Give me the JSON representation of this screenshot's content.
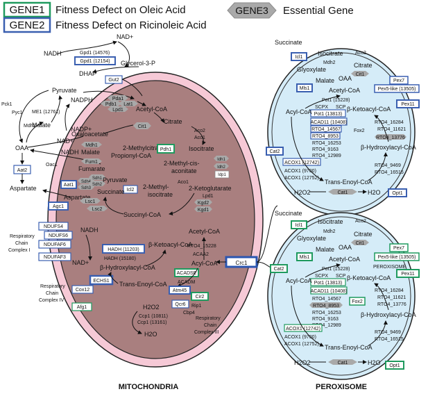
{
  "legend": {
    "gene1": "GENE1",
    "gene1_desc": "Fitness Defect on Oleic Acid",
    "gene2": "GENE2",
    "gene2_desc": "Fitness Defect on Ricinoleic Acid",
    "gene3": "GENE3",
    "gene3_desc": "Essential Gene"
  },
  "colors": {
    "oleic": "#1f9a5e",
    "ricinoleic": "#3a5fb0",
    "essential": "#a9a9a9",
    "mito_matrix": "#a97f7f",
    "mito_ims": "#f6c9d6",
    "peroxisome": "#d5ecf8",
    "crc1": "#2b56b0"
  },
  "compartments": {
    "mitochondria": "MITOCHONDRIA",
    "peroxisome": "PEROXISOME",
    "peroxisome_inner": "PEROXISOME"
  },
  "cytosol": {
    "nad_plus_top": "NAD+",
    "nadh_top": "NADH",
    "gpd1_14576": "Gpd1 (14576)",
    "gpd1_12154": "Gpd1 (12154)",
    "glycerol_3p": "Glycerol-3-P",
    "dhap": "DHAP",
    "gut2": "Gut2",
    "pyruvate": "Pyruvate",
    "nadph": "NADPH",
    "me1": "ME1 (12761)",
    "malate": "Malate",
    "nadp_plus": "NADP+",
    "pck1": "Pck1",
    "pyc1": "Pyc1",
    "mdh2": "Mdh2",
    "nad_plus": "NAD+",
    "oaa": "OAA",
    "nadh": "NADH",
    "oac1": "Oac1",
    "aat2": "Aat2",
    "aspartate": "Aspartate",
    "crc1": "Crc1"
  },
  "mito": {
    "pda1": "Pda1",
    "pdb1": "Pdb1",
    "lat1": "Lat1",
    "lpd1": "Lpd1",
    "acetyl_coa_top": "Acetyl-CoA",
    "cit1": "Cit1",
    "citrate": "Citrate",
    "oxaloacetate": "Oxaloacetate",
    "mdh1": "Mdh1",
    "malate": "Malate",
    "fum1": "Fum1",
    "fumarate": "Fumarate",
    "sdh1": "Sdh1",
    "sdh2": "Sdh2",
    "sdh3": "Sdh3",
    "sdh4": "Sdh4",
    "aat1": "Aat1",
    "agc1": "Agc1",
    "aspartate": "Aspartate",
    "methylcitrate": "2-Methylcitrate",
    "propionyl_coa": "Propionyl-CoA",
    "pdh1": "Pdh1",
    "aco2": "Aco2",
    "aco1": "Aco1",
    "isocitrate": "Isocitrate",
    "methyl_cis_1": "2-Methyl-cis-",
    "methyl_cis_2": "aconitate",
    "idh1": "Idh1",
    "idh2": "Idh2",
    "idp1": "Idp1",
    "aco1b": "Aco1",
    "pyruvate": "Pyruvate",
    "icl2": "Icl2",
    "succinate": "Succinate",
    "methyl_iso_1": "2-Methyl-",
    "methyl_iso_2": "isocitrate",
    "ketoglutarate": "2-Ketoglutarate",
    "lpd1b": "Lpd1",
    "lsc1": "Lsc1",
    "lsc2": "Lsc2",
    "kgd2": "Kgd2",
    "kgd1": "Kgd1",
    "succinyl_coa": "Succinyl-CoA",
    "ndufs4": "NDUFS4",
    "ndufs6": "NDUFS6",
    "ndufaf6": "NDUFAF6",
    "ndufaf3": "NDUFAF3",
    "resp_c1_1": "Respiratory",
    "resp_c1_2": "Chain",
    "resp_c1_3": "Complex I",
    "nadh": "NADH",
    "nad_plus": "NAD+",
    "hadh_11203": "HADH (11203)",
    "hadh_15180": "HADH (15180)",
    "ketoacyl": "β-Ketoacyl-CoA",
    "hydroxyacyl": "β-Hydroxylacyl-CoA",
    "ech1": "ECHS1",
    "trans_enoyl": "Trans-Enoyl-CoA",
    "acadse": "ACADSE",
    "acadm": "ACADM",
    "acetyl_coa": "Acetyl-CoA",
    "rto4": "RTO4_15228",
    "acaa2": "ACAA2",
    "acyl_coa": "Acyl-CoA",
    "atm45": "Atm45",
    "cir2": "Cir2",
    "cox12": "Cox12",
    "resp_c4_1": "Respiratory",
    "resp_c4_2": "Chain",
    "resp_c4_3": "Complex IV",
    "afg1": "Afg1",
    "h2o2": "H2O2",
    "ccp1_10811": "Ccp1 (10811)",
    "ccp1_13161": "Ccp1 (13161)",
    "h2o": "H2O",
    "qcr6": "Qcr6",
    "rip1": "Rip1",
    "cbp4": "Cbp4",
    "resp_c3_1": "Respiratory",
    "resp_c3_2": "Chain",
    "resp_c3_3": "Complex III"
  },
  "pex_top": {
    "succinate": "Succinate",
    "icl1": "Icl1",
    "isocitrate": "Isocitrate",
    "aco2": "Aco2",
    "glyoxylate": "Glyoxylate",
    "mdh2": "Mdh2",
    "malate": "Malate",
    "oaa": "OAA",
    "cit1": "Cit1",
    "citrate": "Citrate",
    "mls1": "Mls1",
    "acetyl_coa": "Acetyl-CoA",
    "pex7": "Pex7",
    "pex5like": "Pex5-like (13505)",
    "pex11": "Pex11",
    "pot1_15228": "Pot1 (15228)",
    "scpx": "SCPX",
    "scp": "SCP",
    "pot1_13813": "Pot1 (13813)",
    "acyl_coa": "Acyl-CoA",
    "ketoacyl": "β-Ketoacyl-CoA",
    "acad11": "ACAD11 (10408)",
    "rto4_14567": "RTO4_14567",
    "rto4_8953": "RTO4_8953",
    "rto4_16253": "RTO4_16253",
    "rto4_9163": "RTO4_9163",
    "rto4_12989": "RTO4_12989",
    "fox2": "Fox2",
    "rto4_16284": "RTO4_16284",
    "rto4_11621": "RTO4_11621",
    "rto4_13776": "RTO4_13776",
    "hydroxyacyl": "β-Hydroxylacyl-CoA",
    "cat2": "Cat2",
    "acox1_12742": "ACOX1 (12742)",
    "acox1_9700": "ACOX1 (9700)",
    "acox1_12752": "ACOX1 (12752)",
    "rto4_9469": "RTO4_9469",
    "rto4_16515": "RTO4_16515",
    "trans_enoyl": "Trans-Enoyl-CoA",
    "h2o2": "H2O2",
    "cat1": "Cat1",
    "h2o": "H2O",
    "opt1": "Opt1"
  },
  "pex_bottom": {
    "succinate": "Succinate",
    "icl1": "Icl1",
    "isocitrate": "Isocitrate",
    "aco2": "Aco2",
    "glyoxylate": "Glyoxylate",
    "mdh2": "Mdh2",
    "malate": "Malate",
    "oaa": "OAA",
    "cit1": "Cit1",
    "citrate": "Citrate",
    "mls1": "Mls1",
    "acetyl_coa": "Acetyl-CoA",
    "pex7": "Pex7",
    "pex5like": "Pex5-like (13505)",
    "pex11": "Pex11",
    "pot1_15228": "Pot1 (15228)",
    "scpx": "SCPX",
    "scp": "SCP",
    "pot1_13813": "Pot1 (13813)",
    "acyl_coa": "Acyl-CoA",
    "ketoacyl": "β-Ketoacyl-CoA",
    "acad11": "ACAD11 (10408)",
    "rto4_14567": "RTO4_14567",
    "rto4_8953": "RTO4_8953",
    "rto4_16253": "RTO4_16253",
    "rto4_9163": "RTO4_9163",
    "rto4_12989": "RTO4_12989",
    "fox2": "Fox2",
    "rto4_16284": "RTO4_16284",
    "rto4_11621": "RTO4_11621",
    "rto4_13776": "RTO4_13776",
    "hydroxyacyl": "β-Hydroxylacyl-CoA",
    "cat2": "Cat2",
    "acox1_12742": "ACOX1 (12742)",
    "acox1_9700": "ACOX1 (9700)",
    "acox1_12752": "ACOX1 (12752)",
    "rto4_9469": "RTO4_9469",
    "rto4_16515": "RTO4_16515",
    "trans_enoyl": "Trans-Enoyl-CoA",
    "h2o2": "H2O2",
    "cat1": "Cat1",
    "h2o": "H2O",
    "opt1": "Opt1"
  }
}
